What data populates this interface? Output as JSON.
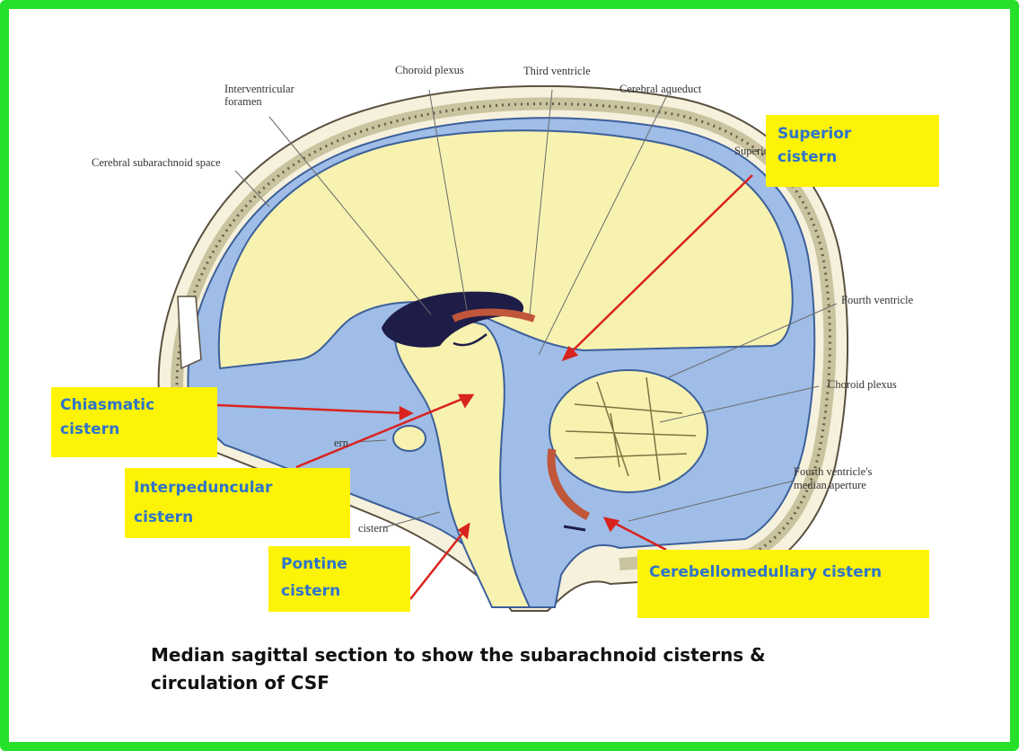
{
  "anatomy_labels": {
    "choroid_plexus_top": "Choroid plexus",
    "third_ventricle": "Third ventricle",
    "interventricular_foramen_1": "Interventricular",
    "interventricular_foramen_2": "foramen",
    "cerebral_aqueduct": "Cerebral aqueduct",
    "cerebral_subarachnoid_space": "Cerebral subarachnoid space",
    "superior_partial": "Superio",
    "fourth_ventricle": "Fourth ventricle",
    "choroid_plexus_lower": "Choroid plexus",
    "median_aperture_1": "Fourth ventricle's",
    "median_aperture_2": "median aperture",
    "cistern_partial_1": "ern",
    "cistern_partial_2": "cistern"
  },
  "highlight_labels": {
    "superior_cistern_1": "Superior",
    "superior_cistern_2": "cistern",
    "chiasmatic_cistern_1": "Chiasmatic",
    "chiasmatic_cistern_2": "cistern",
    "interpeduncular_cistern_1": "Interpeduncular",
    "interpeduncular_cistern_2": "cistern",
    "pontine_cistern_1": "Pontine",
    "pontine_cistern_2": "cistern",
    "cerebellomedullary_cistern": "Cerebellomedullary cistern"
  },
  "caption": {
    "line1": "Median sagittal section to show the subarachnoid cisterns &",
    "line2": "circulation of CSF"
  },
  "colors": {
    "frame_green": "#27e02a",
    "highlight_yellow": "#fdf306",
    "label_blue": "#2f74c9",
    "arrow_red": "#d9231e",
    "csf_blue": "#9fbde6",
    "brain_yellow": "#f7f2b0",
    "ventricle_dark": "#1e1d48"
  }
}
